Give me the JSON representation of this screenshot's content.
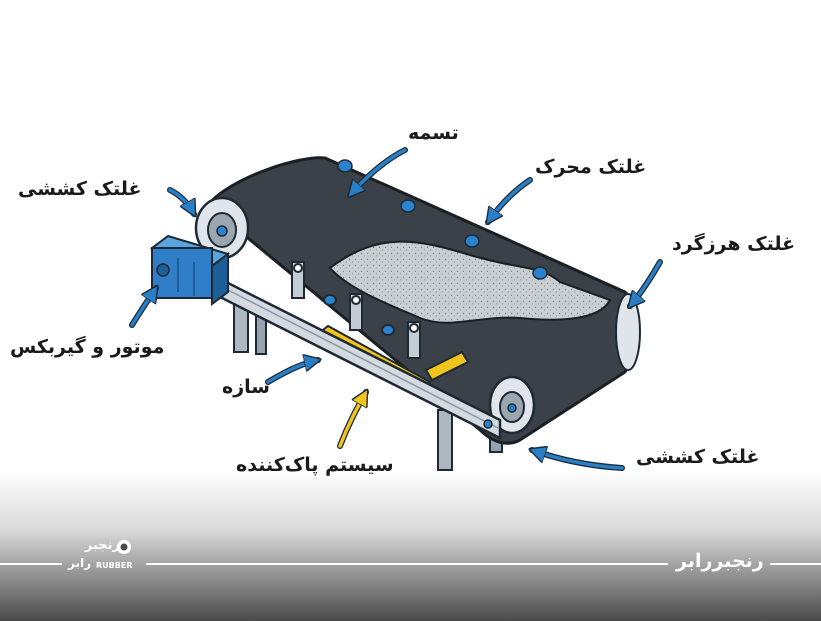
{
  "labels": {
    "belt": "تسمه",
    "drive_roller": "غلتک محرک",
    "tension_roller_top": "غلتک کششی",
    "idler_roller": "غلتک هرزگرد",
    "motor_gearbox": "موتور و گیربکس",
    "frame": "سازه",
    "cleaning_system": "سیستم پاک‌کننده",
    "tension_roller_bottom": "غلتک کششی"
  },
  "footer": {
    "brand_name": "رنجبررابر",
    "logo_fa_top": "رنجبر",
    "logo_fa_bottom": "رابر",
    "logo_en": "RUBBER"
  },
  "colors": {
    "arrow_blue": "#2a7fc4",
    "arrow_yellow": "#f2c51c",
    "belt_dark": "#3a4148",
    "belt_sand": "#c9cfd2",
    "frame_gray": "#b9c2ca",
    "motor_blue": "#2f7ec7",
    "roller_blue": "#2a83cf"
  },
  "icons": [
    "blue-arrow-icon",
    "yellow-arrow-icon",
    "rubber-logo-icon"
  ]
}
